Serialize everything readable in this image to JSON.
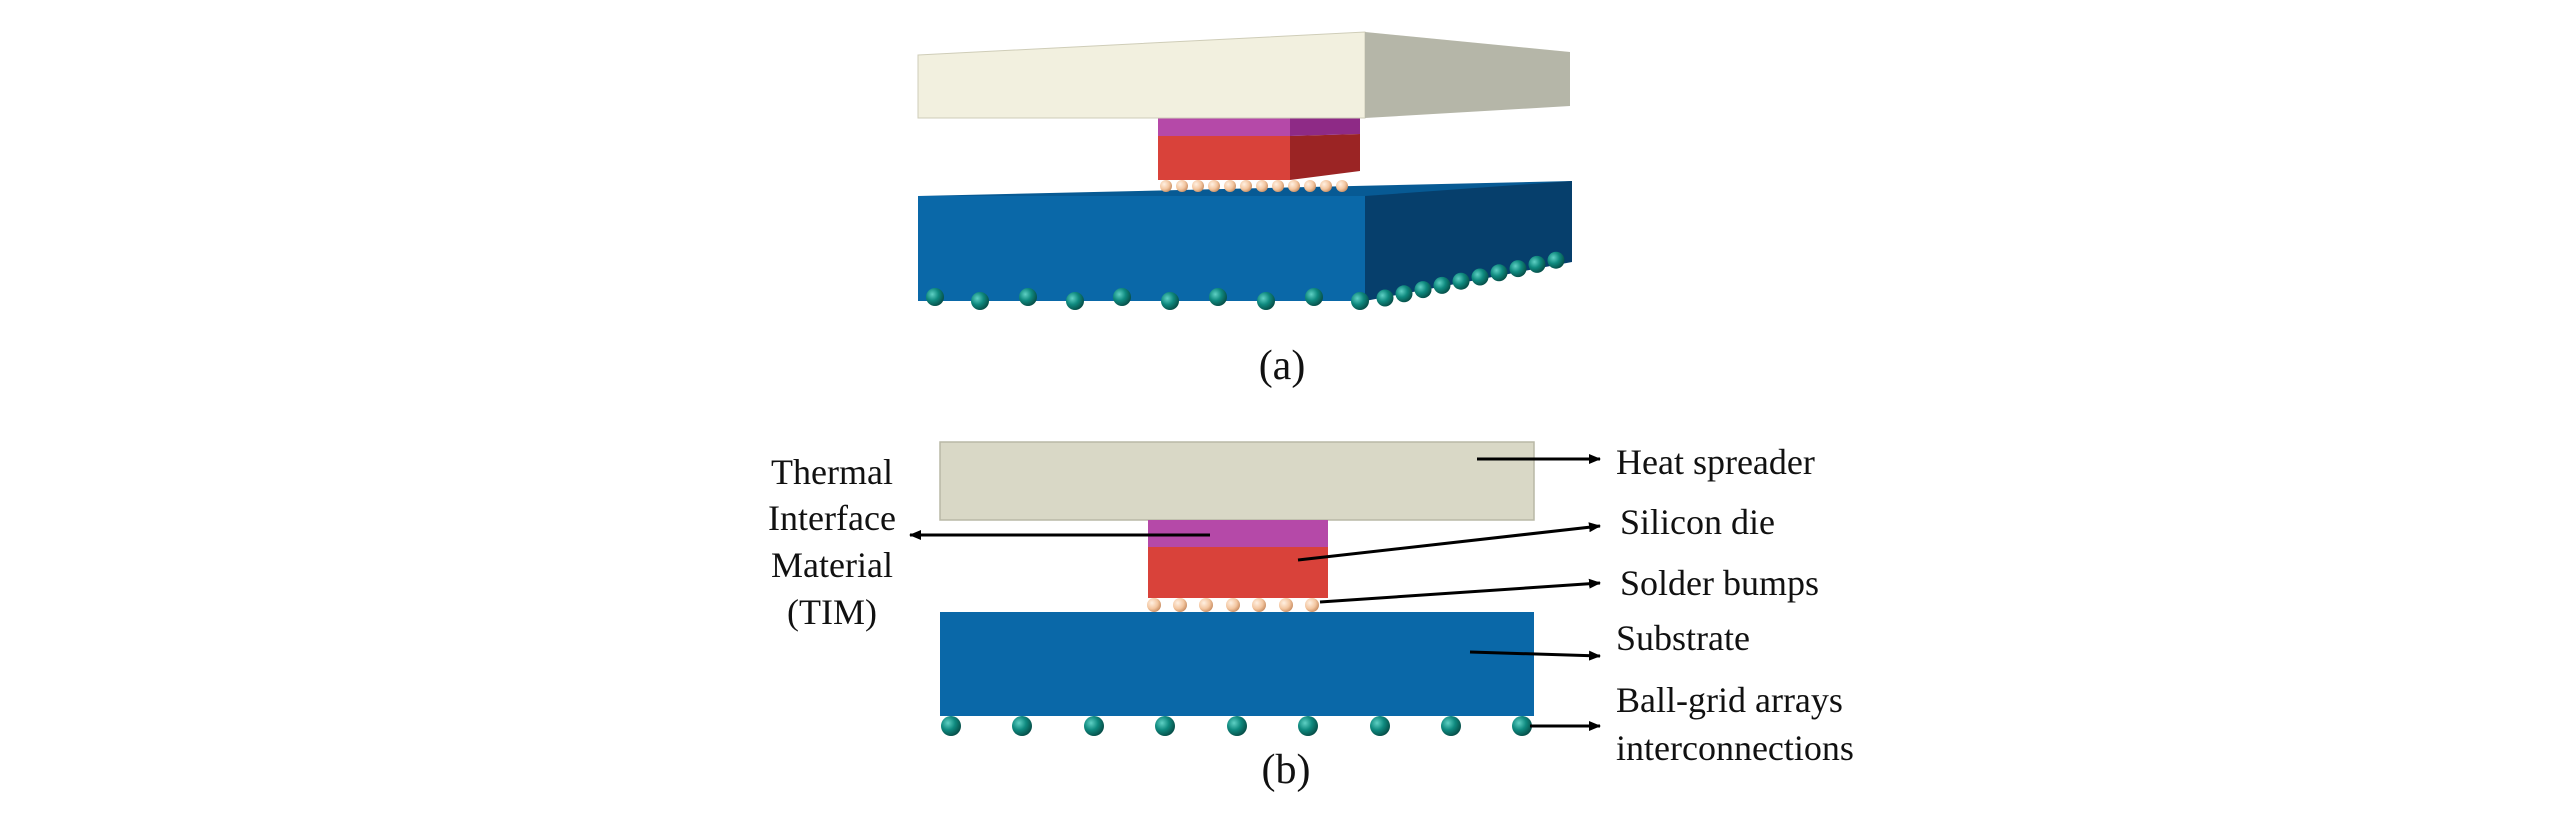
{
  "panel_a": {
    "caption": "(a)"
  },
  "panel_b": {
    "caption": "(b)",
    "labels": {
      "tim_line1": "Thermal",
      "tim_line2": "Interface",
      "tim_line3": "Material",
      "tim_line4": "(TIM)",
      "heat_spreader": "Heat spreader",
      "silicon_die": "Silicon die",
      "solder_bumps": "Solder bumps",
      "substrate": "Substrate",
      "bga_line1": "Ball-grid arrays",
      "bga_line2": "interconnections"
    }
  },
  "colors": {
    "heat_spreader_top": "#f2f0df",
    "heat_spreader_front": "#e9e7d2",
    "heat_spreader_side": "#b5b6a8",
    "heat_spreader_2d": "#d9d8c6",
    "tim": "#b549a8",
    "tim_side": "#8e2a86",
    "die": "#d9423a",
    "die_side": "#9b2424",
    "bump": "#f3c6a0",
    "substrate_front": "#0a68a8",
    "substrate_top": "#075a94",
    "substrate_side": "#063f6c",
    "ball": "#0f8a7f",
    "arrow": "#000000"
  }
}
